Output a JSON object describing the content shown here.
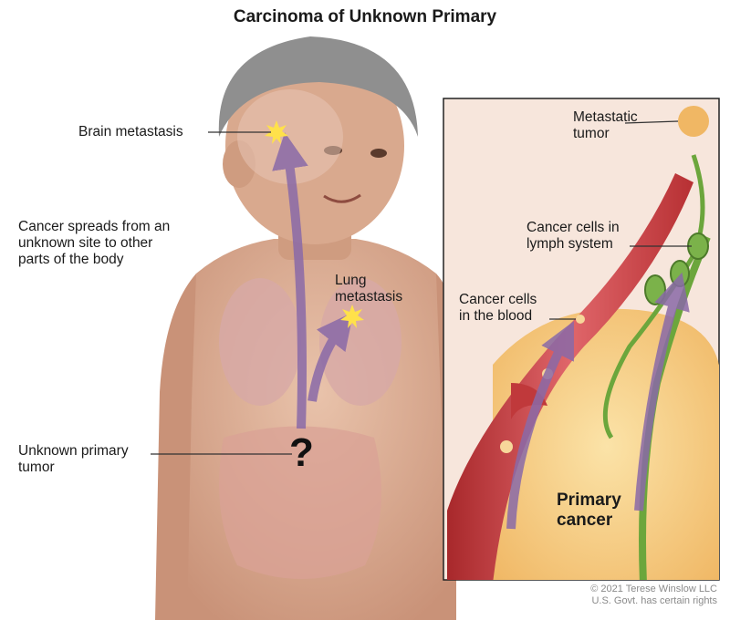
{
  "title": "Carcinoma of Unknown Primary",
  "labels": {
    "brain": "Brain metastasis",
    "spread": "Cancer spreads from an\nunknown site to other\nparts of the body",
    "lung": "Lung\nmetastasis",
    "unknown_primary": "Unknown primary\ntumor",
    "question_mark": "?",
    "metastatic_tumor": "Metastatic\ntumor",
    "lymph": "Cancer cells in\nlymph system",
    "blood": "Cancer cells\nin the blood",
    "primary_cancer": "Primary\ncancer"
  },
  "credit": "© 2021 Terese Winslow LLC\nU.S. Govt. has certain rights",
  "colors": {
    "arrow": "#8a6aa8",
    "skin": "#e0b49a",
    "vessel": "#c0393b",
    "lymph": "#6ca63c",
    "tumor": "#f3c77c",
    "star": "#ffe14a"
  }
}
